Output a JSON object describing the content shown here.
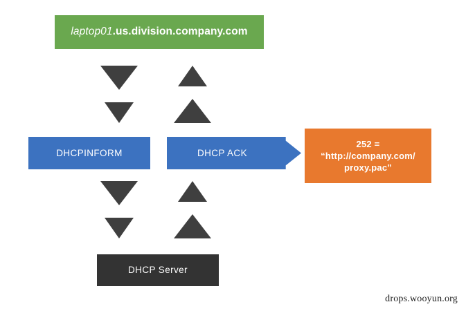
{
  "diagram": {
    "title": "DHCPINFORM / DHCP ACK WPAD proxy option flow",
    "background_color": "#ffffff",
    "client": {
      "hostname": "laptop01",
      "domain": ".us.division.company.com",
      "box_color": "#6aa84f"
    },
    "messages": {
      "request_label": "DHCPINFORM",
      "response_label": "DHCP ACK",
      "box_color": "#3c72c0"
    },
    "option": {
      "line1": "252 =",
      "line2": "“http://company.com/",
      "line3": "proxy.pac”",
      "box_color": "#e8792e"
    },
    "server": {
      "label": "DHCP Server",
      "box_color": "#333333"
    },
    "arrows": {
      "color": "#3f3f3f",
      "down_name": "triangle-down-icon",
      "up_name": "triangle-up-icon"
    },
    "watermark": "drops.wooyun.org"
  }
}
